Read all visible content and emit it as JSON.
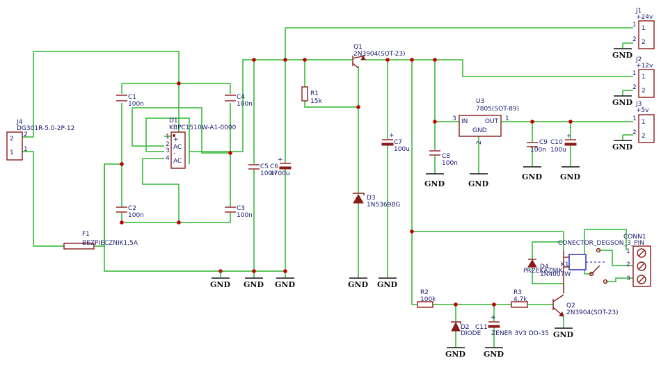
{
  "components": {
    "J4": {
      "ref": "J4",
      "value": "DG301R-5.0-2P-12",
      "pins": [
        "2",
        "1"
      ]
    },
    "F1": {
      "ref": "F1",
      "value": "BEZPIECZNIK1,5A"
    },
    "C1": {
      "ref": "C1",
      "value": "100n"
    },
    "C2": {
      "ref": "C2",
      "value": "100n"
    },
    "C3": {
      "ref": "C3",
      "value": "100n"
    },
    "C4": {
      "ref": "C4",
      "value": "100n"
    },
    "D1": {
      "ref": "D1",
      "value": "KBPC1510W-A1-0000",
      "pins": [
        "1",
        "2",
        "3",
        "4"
      ],
      "pin_labels": [
        "+",
        "AC",
        "-",
        "AC"
      ]
    },
    "C5": {
      "ref": "C5",
      "value": "100n"
    },
    "C6": {
      "ref": "C6",
      "value": "4700u"
    },
    "Q1": {
      "ref": "Q1",
      "value": "2N3904(SOT-23)"
    },
    "R1": {
      "ref": "R1",
      "value": "15k"
    },
    "D3": {
      "ref": "D3",
      "value": "1N5369BG"
    },
    "C7": {
      "ref": "C7",
      "value": "100u"
    },
    "C8": {
      "ref": "C8",
      "value": "100n"
    },
    "U3": {
      "ref": "U3",
      "value": "7805(SOT-89)",
      "pin_in": "IN",
      "pin_out": "OUT",
      "pin_gnd": "GND",
      "pin_in_num": "3",
      "pin_out_num": "1",
      "pin_gnd_num": "2"
    },
    "C9": {
      "ref": "C9",
      "value": "100n"
    },
    "C10": {
      "ref": "C10",
      "value": "100u"
    },
    "J1": {
      "ref": "J1",
      "value": "+24v",
      "pins": [
        "1",
        "2"
      ]
    },
    "J2": {
      "ref": "J2",
      "value": "+12v",
      "pins": [
        "1",
        "2"
      ]
    },
    "J3": {
      "ref": "J3",
      "value": "+5v",
      "pins": [
        "1",
        "2"
      ]
    },
    "CONN1": {
      "ref": "CONN1",
      "value": "CONECTOR_DEGSON_3_PIN",
      "pins": [
        "1",
        "2",
        "3"
      ]
    },
    "K1": {
      "ref": "K1",
      "value": "PRZEKAZNIK"
    },
    "D4": {
      "ref": "D4",
      "value": "1N4007W"
    },
    "R2": {
      "ref": "R2",
      "value": "100k"
    },
    "R3": {
      "ref": "R3",
      "value": "4,7k"
    },
    "Q2": {
      "ref": "Q2",
      "value": "2N3904(SOT-23)"
    },
    "D2": {
      "ref": "D2",
      "value": "DIODE"
    },
    "C11": {
      "ref": "C11",
      "value": "ZENER 3V3 DO-35"
    }
  },
  "gnd_label": "GND"
}
